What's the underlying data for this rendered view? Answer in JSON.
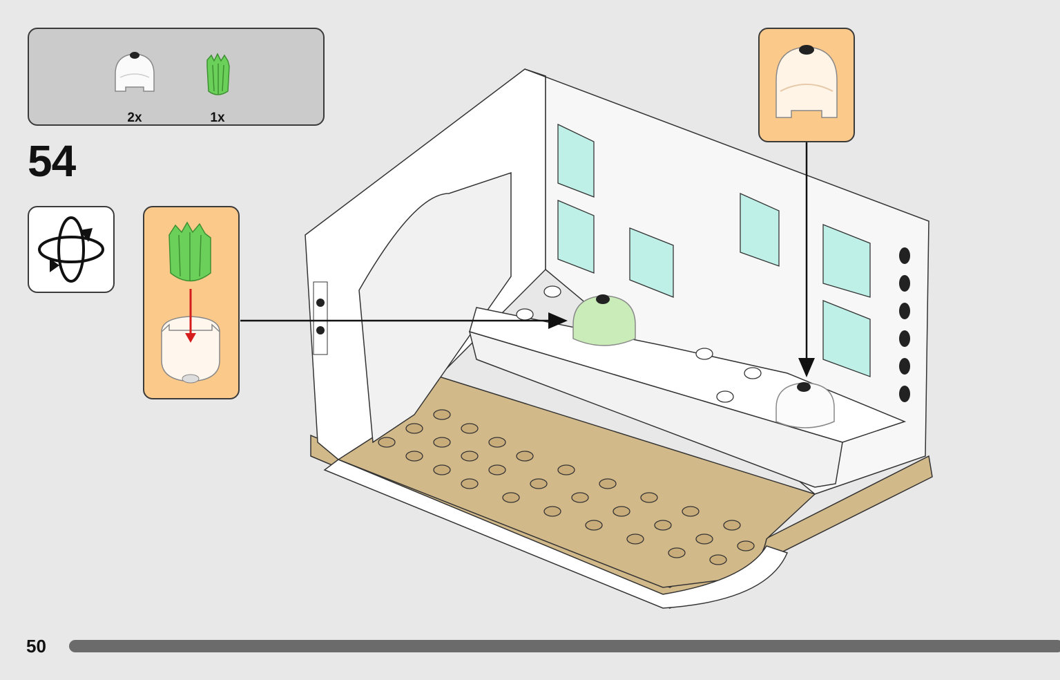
{
  "page": {
    "number": "50",
    "progress_fraction": 1.0
  },
  "step": {
    "number": "54"
  },
  "parts_list": [
    {
      "name": "transparent-dome",
      "quantity": "2x"
    },
    {
      "name": "green-plant-leaves",
      "quantity": "1x"
    }
  ],
  "icons": {
    "rotate": "rotate-model-icon"
  },
  "colors": {
    "callout_bg": "#fbc98a",
    "parts_bg": "#cbcbcb",
    "page_bg": "#e8e8e8",
    "tan_plate": "#d2b98a",
    "plant_green": "#5fcf4a",
    "arrow_red": "#d61d1d",
    "progress_bar": "#6b6b6b"
  }
}
